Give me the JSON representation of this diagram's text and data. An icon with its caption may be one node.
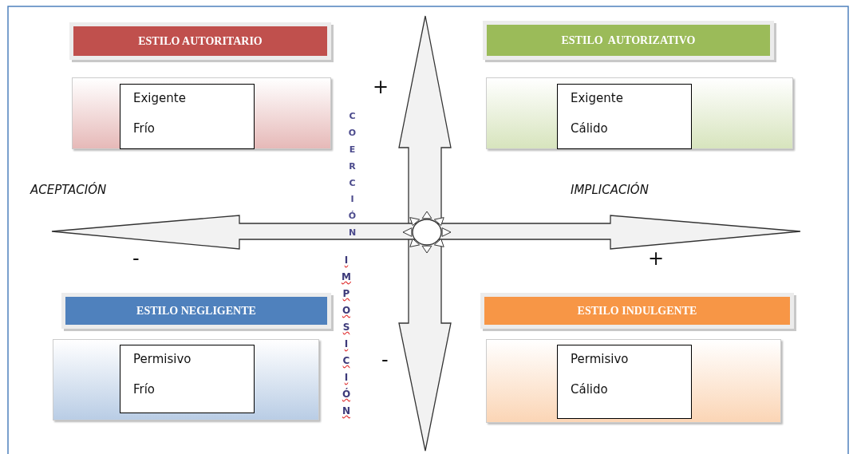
{
  "diagram": {
    "nodes": [
      {
        "text": [
          "ESTILO AUTORITARIO"
        ]
      },
      {
        "text": [
          "ESTILO  AUTORIZATIVO"
        ]
      },
      {
        "text": [],
        "shape": "box"
      },
      {
        "text": [
          "Exigente",
          "Frío"
        ],
        "in": 2
      },
      {
        "text": [],
        "shape": "box"
      },
      {
        "text": [
          "Exigente",
          "Cálido"
        ],
        "in": 4
      },
      {
        "text": [
          "ESTILO NEGLIGENTE"
        ]
      },
      {
        "text": [
          "ESTILO INDULGENTE"
        ]
      },
      {
        "text": [],
        "shape": "box"
      },
      {
        "text": [
          "Permisivo",
          "Frío"
        ],
        "in": 8
      },
      {
        "text": [],
        "shape": "box"
      },
      {
        "text": [
          "Permisivo",
          "Cálido"
        ],
        "in": 10
      }
    ],
    "edges": [],
    "labels": [
      "+",
      "COERCIÓN",
      "ACEPTACIÓN",
      "IMPLICACIÓN",
      "-",
      "+",
      "IMPOSICIÓN",
      "-"
    ]
  }
}
